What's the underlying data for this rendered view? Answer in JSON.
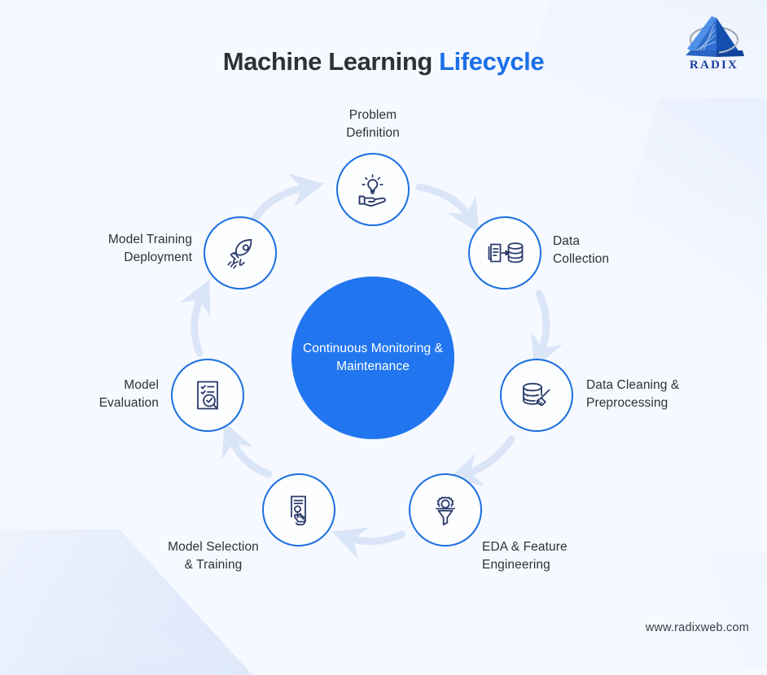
{
  "header": {
    "title_main": "Machine Learning ",
    "title_accent": "Lifecycle",
    "logo_word": "RADIX",
    "logo_icon": "radix-pyramid-logo"
  },
  "footer": {
    "url": "www.radixweb.com"
  },
  "colors": {
    "background": "#f6f9ff",
    "accent_blue": "#1a6fe8",
    "hub_blue": "#2176f0",
    "node_border": "#1a6fe0",
    "icon_stroke": "#2a3a6b",
    "arrow": "#dce6f8",
    "text_dark": "#2d3238",
    "logo_blue": "#1a3f9e"
  },
  "chart_data": {
    "type": "diagram",
    "title": "Machine Learning Lifecycle",
    "layout": "circular-cycle",
    "direction": "clockwise",
    "hub": {
      "label": "Continuous\nMonitoring\n& Maintenance",
      "lines": [
        "Continuous",
        "Monitoring",
        "& Maintenance"
      ]
    },
    "steps": [
      {
        "index": 1,
        "label": "Problem\nDefinition",
        "icon": "hand-lightbulb-icon",
        "angle_deg": 270,
        "label_position": "top"
      },
      {
        "index": 2,
        "label": "Data\nCollection",
        "icon": "document-to-database-icon",
        "angle_deg": 321,
        "label_position": "right"
      },
      {
        "index": 3,
        "label": "Data Cleaning &\nPreprocessing",
        "icon": "database-broom-icon",
        "angle_deg": 13,
        "label_position": "right"
      },
      {
        "index": 4,
        "label": "EDA & Feature\nEngineering",
        "icon": "gear-funnel-icon",
        "angle_deg": 64,
        "label_position": "bottom-right"
      },
      {
        "index": 5,
        "label": "Model Selection\n& Training",
        "icon": "hand-tap-document-icon",
        "angle_deg": 116,
        "label_position": "bottom-left"
      },
      {
        "index": 6,
        "label": "Model\nEvaluation",
        "icon": "checklist-magnifier-icon",
        "angle_deg": 167,
        "label_position": "left"
      },
      {
        "index": 7,
        "label": "Model Training\nDeployment",
        "icon": "rocket-icon",
        "angle_deg": 219,
        "label_position": "left"
      }
    ]
  }
}
